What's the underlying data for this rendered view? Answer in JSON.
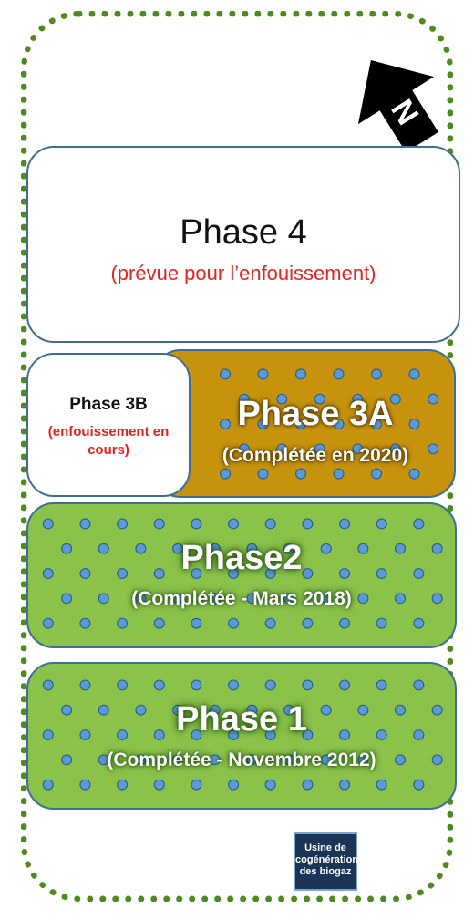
{
  "map": {
    "north_label": "N",
    "phase4": {
      "title": "Phase 4",
      "subtitle": "(prévue pour l’enfouissement)"
    },
    "phase3b": {
      "title": "Phase 3B",
      "subtitle": "(enfouissement en cours)"
    },
    "phase3a": {
      "title": "Phase 3A",
      "subtitle": "(Complétée en 2020)"
    },
    "phase2": {
      "title": "Phase2",
      "subtitle": "(Complétée - Mars 2018)"
    },
    "phase1": {
      "title": "Phase 1",
      "subtitle": "(Complétée - Novembre 2012)"
    },
    "usine": {
      "line1": "Usine de",
      "line2": "cogénération",
      "line3": "des biogaz"
    },
    "colors": {
      "boundary": "#4e8a1e",
      "completed_green": "#8bc34a",
      "phase3a_gold": "#c7930c",
      "subtitle_red": "#e8211c",
      "well_blue": "#5b9bd5"
    },
    "symbols": {
      "biogas_well": "blue-dot-icon"
    }
  }
}
